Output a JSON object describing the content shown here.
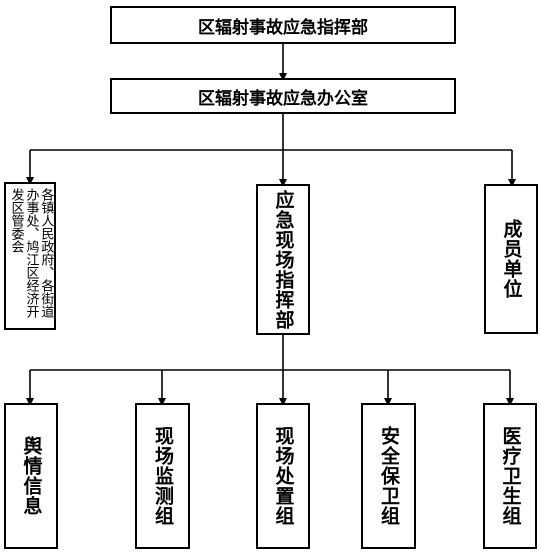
{
  "command": {
    "label": "区辐射事故应急指挥部"
  },
  "office": {
    "label": "区辐射事故应急办公室"
  },
  "level2": {
    "left": {
      "label": "各镇人民政府、各街道办事处、鸠江区经济开发区管委会"
    },
    "center": {
      "label": "应急现场指挥部"
    },
    "right": {
      "label": "成员单位"
    }
  },
  "groups": [
    {
      "label": "舆情信息"
    },
    {
      "label": "现场监测组"
    },
    {
      "label": "现场处置组"
    },
    {
      "label": "安全保卫组"
    },
    {
      "label": "医疗卫生组"
    }
  ]
}
